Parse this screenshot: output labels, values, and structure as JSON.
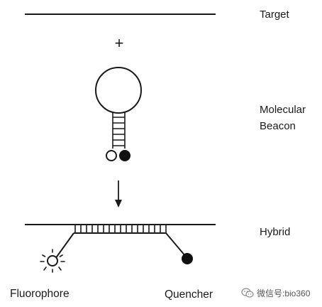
{
  "labels": {
    "target": "Target",
    "molecular_beacon_line1": "Molecular",
    "molecular_beacon_line2": "Beacon",
    "hybrid": "Hybrid",
    "fluorophore": "Fluorophore",
    "quencher": "Quencher"
  },
  "symbols": {
    "plus": "+"
  },
  "watermark": {
    "text": "微信号:bio360",
    "icon": "wechat-icon"
  },
  "colors": {
    "ink": "#1a1a1a",
    "fluorophore_fill": "#ffffff",
    "quencher_fill": "#111111"
  }
}
